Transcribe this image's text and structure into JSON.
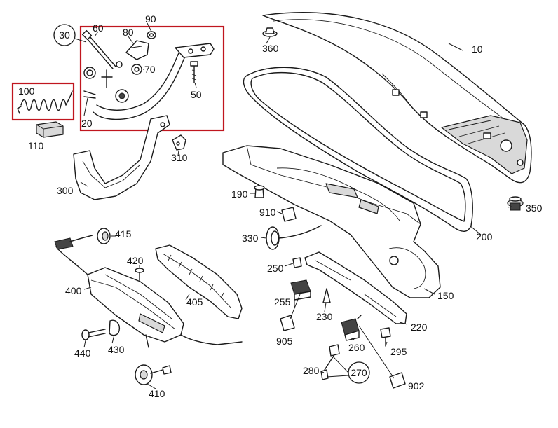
{
  "diagram": {
    "highlight_color": "#c0161f",
    "labels": {
      "p10": "10",
      "p20": "20",
      "p30": "30",
      "p60": "60",
      "p70": "70",
      "p80": "80",
      "p90": "90",
      "p50": "50",
      "p100": "100",
      "p110": "110",
      "p150": "150",
      "p190": "190",
      "p200": "200",
      "p220": "220",
      "p230": "230",
      "p250": "250",
      "p255": "255",
      "p260": "260",
      "p270": "270",
      "p280": "280",
      "p295": "295",
      "p300": "300",
      "p310": "310",
      "p330": "330",
      "p350": "350",
      "p360": "360",
      "p400": "400",
      "p405": "405",
      "p410": "410",
      "p415": "415",
      "p420": "420",
      "p430": "430",
      "p440": "440",
      "p902": "902",
      "p905": "905",
      "p910": "910"
    }
  }
}
